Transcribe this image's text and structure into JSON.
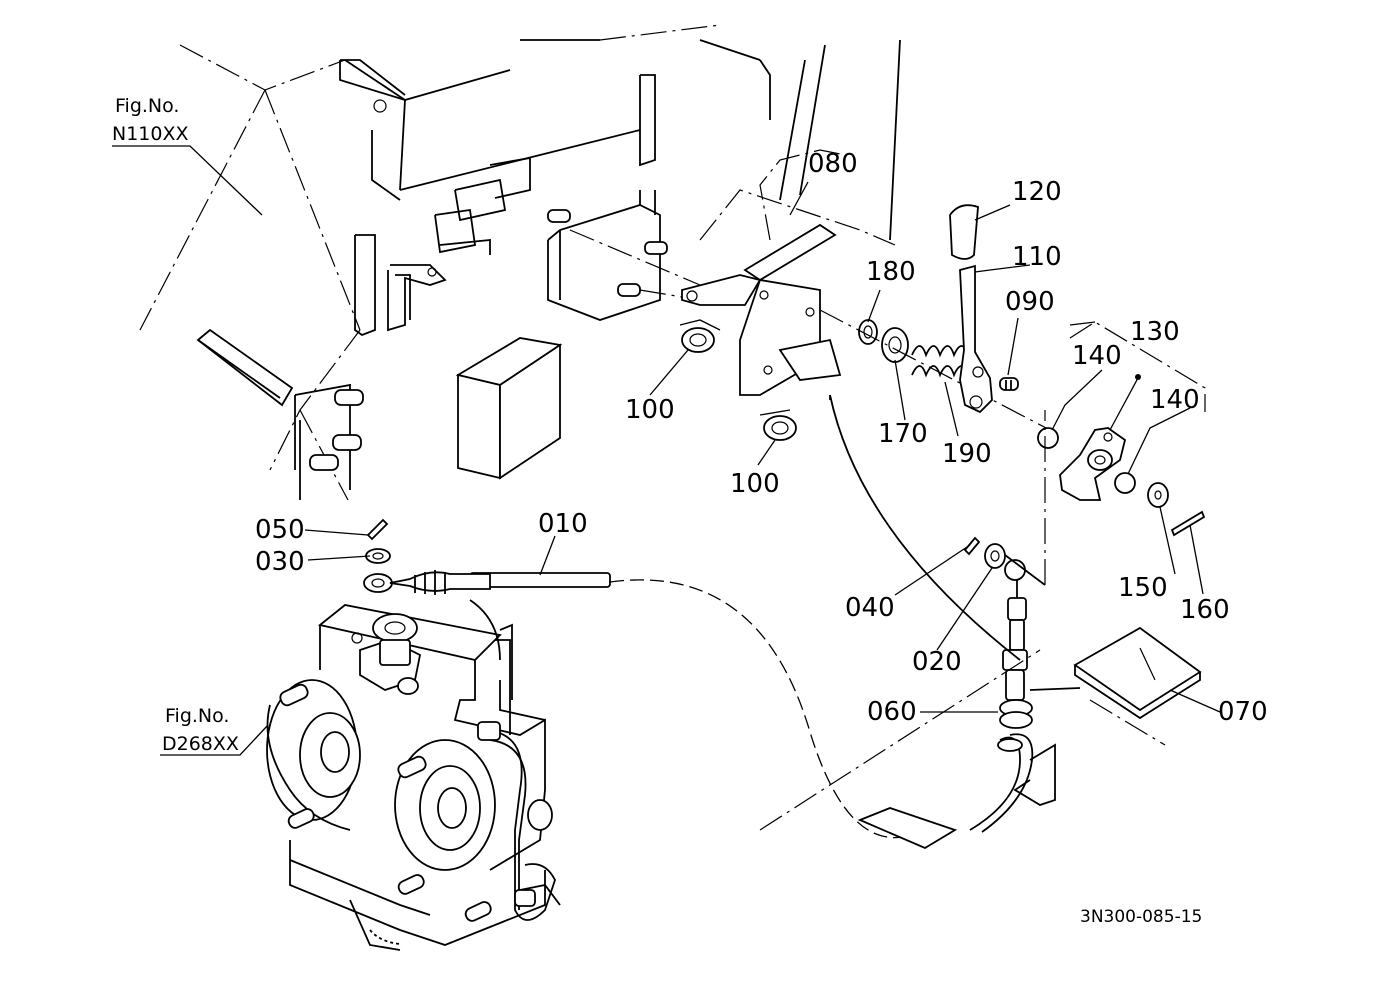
{
  "figure_refs": [
    {
      "id": "n110",
      "line1": "Fig.No.",
      "line2": "N110XX"
    },
    {
      "id": "d268",
      "line1": "Fig.No.",
      "line2": "D268XX"
    }
  ],
  "part_labels": {
    "p010": "010",
    "p020": "020",
    "p030": "030",
    "p040": "040",
    "p050": "050",
    "p060": "060",
    "p070": "070",
    "p080": "080",
    "p090": "090",
    "p100a": "100",
    "p100b": "100",
    "p110": "110",
    "p120": "120",
    "p130": "130",
    "p140a": "140",
    "p140b": "140",
    "p150": "150",
    "p160": "160",
    "p170": "170",
    "p180": "180",
    "p190": "190"
  },
  "drawing_code": "3N300-085-15"
}
